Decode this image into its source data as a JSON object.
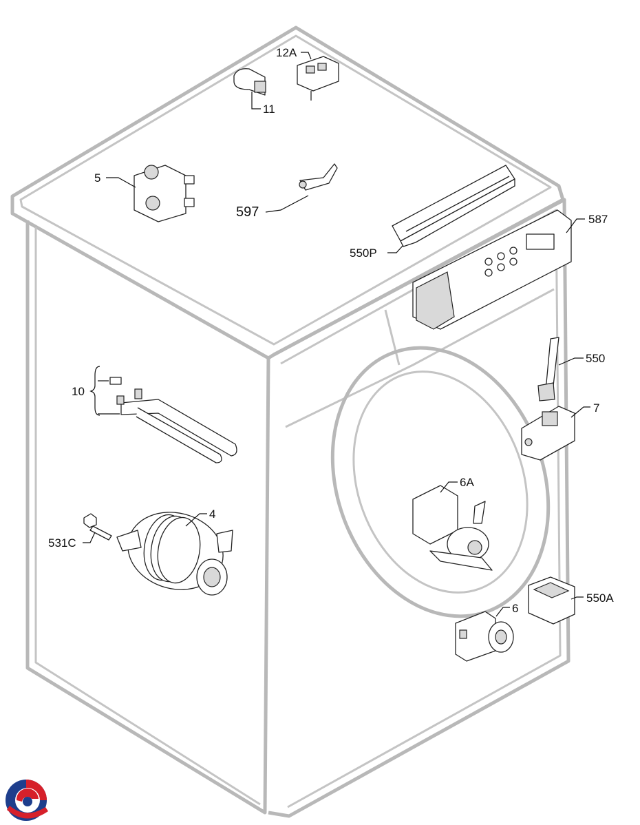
{
  "diagram": {
    "callouts": {
      "p12a": "12A",
      "p11": "11",
      "p5": "5",
      "p597": "597",
      "p587": "587",
      "p550p": "550P",
      "p550": "550",
      "p10": "10",
      "p7": "7",
      "p6a": "6A",
      "p4": "4",
      "p531c": "531C",
      "p550a": "550A",
      "p6": "6"
    }
  },
  "colors": {
    "cabinet_outline": "#b8b8b8",
    "logo_blue": "#1e3e8c",
    "logo_red": "#d6202a"
  },
  "icons": {
    "brand_logo": "swirl-logo-icon"
  }
}
